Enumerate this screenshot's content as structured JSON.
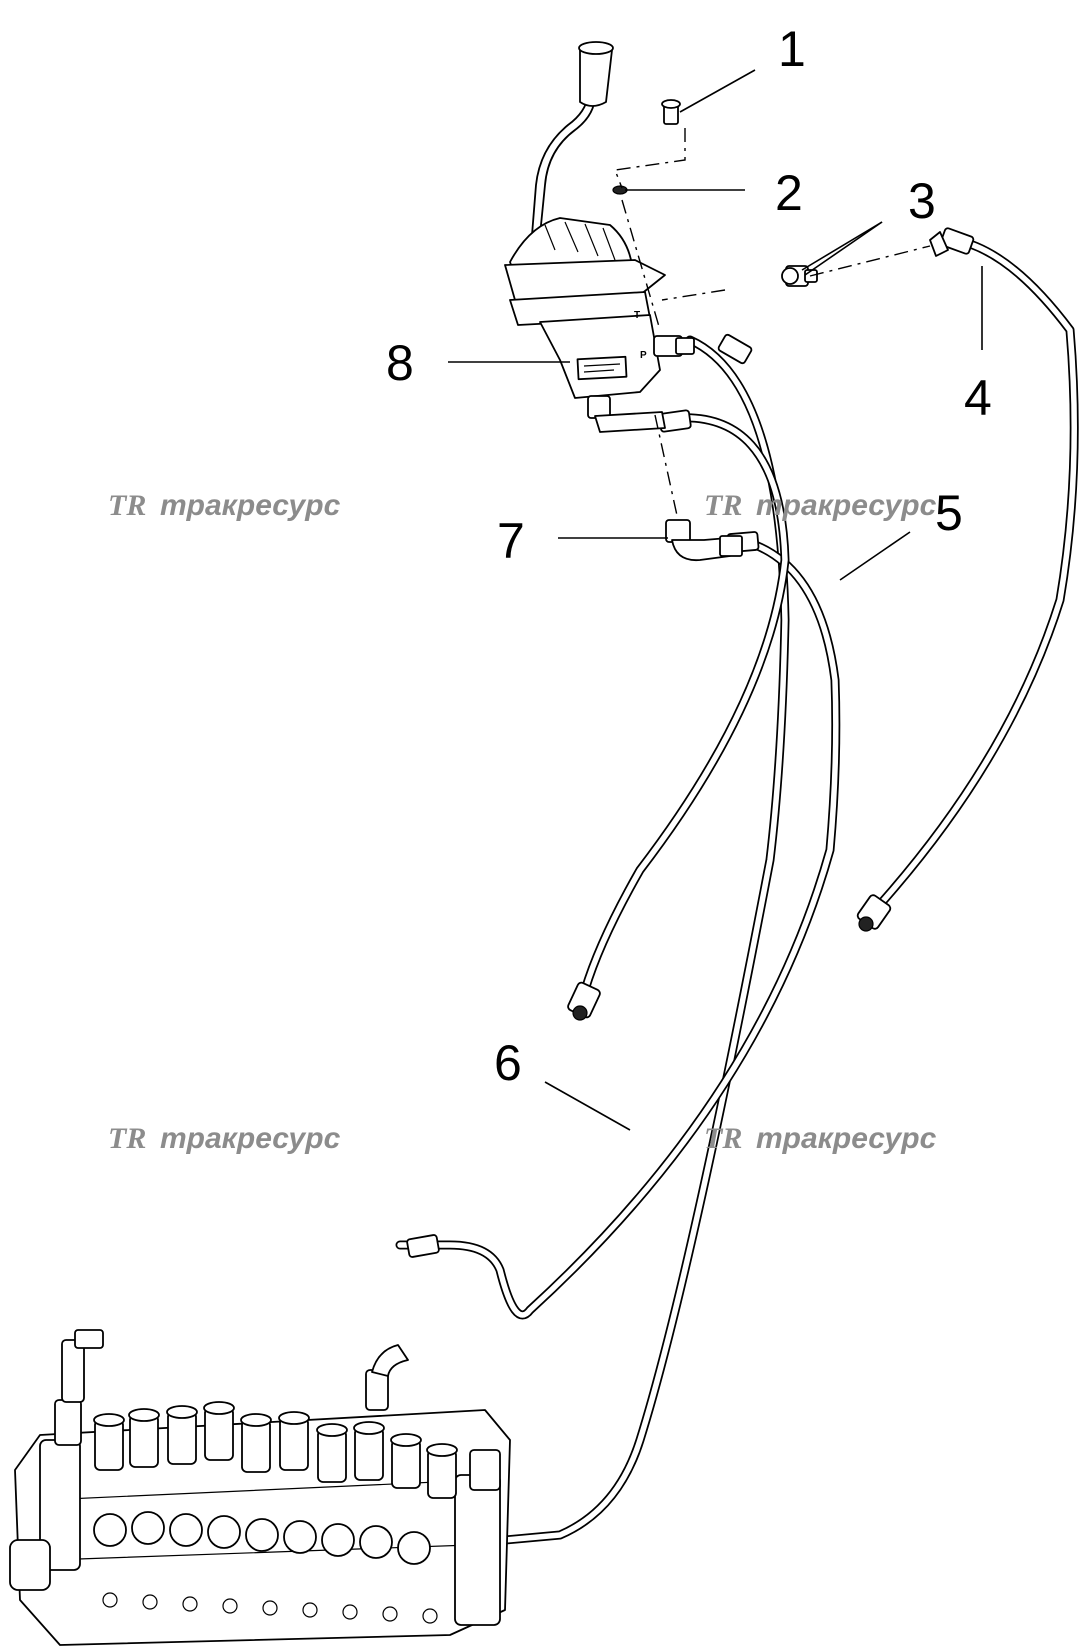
{
  "callouts": [
    "1",
    "2",
    "3",
    "4",
    "5",
    "6",
    "7",
    "8"
  ],
  "watermark": {
    "logo": "TR",
    "text": "тракресурс"
  },
  "port_marks": [
    "T",
    "P"
  ],
  "colors": {
    "line": "#000000",
    "watermark": "#8c8c8c",
    "background": "#ffffff"
  }
}
